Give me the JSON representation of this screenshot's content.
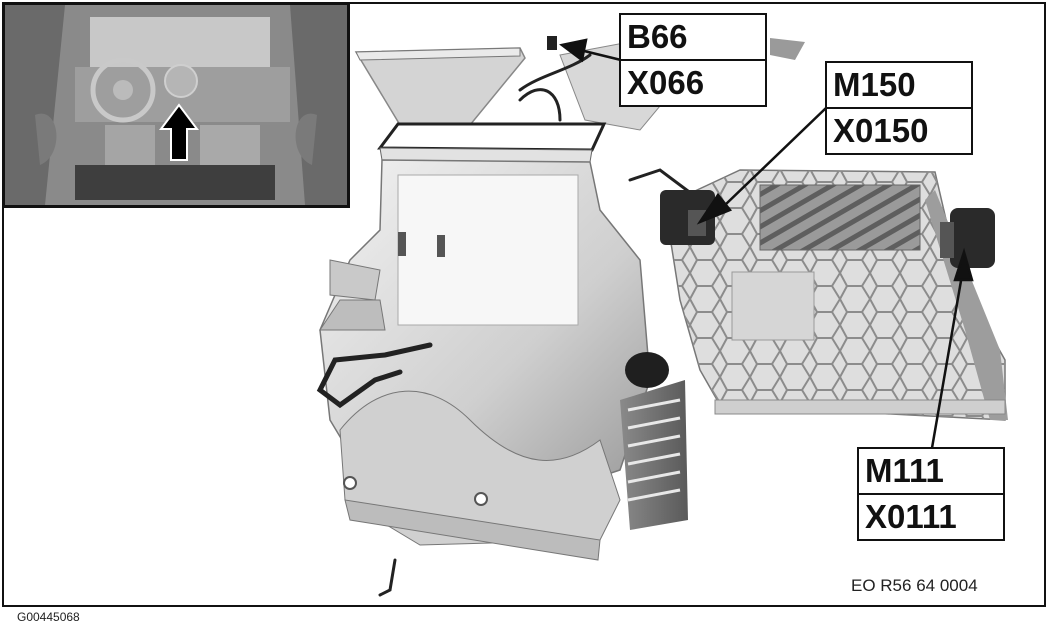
{
  "figure": {
    "title_ref": "EO R56 64 0004",
    "figure_id": "G00445068",
    "inset": {
      "description": "Vehicle interior dashboard locator view",
      "arrow": "up-arrow-pointing-center-console"
    },
    "callouts": [
      {
        "id": "b66",
        "component": "B66",
        "connector": "X066"
      },
      {
        "id": "m150",
        "component": "M150",
        "connector": "X0150"
      },
      {
        "id": "m111",
        "component": "M111",
        "connector": "X0111"
      }
    ]
  },
  "colors": {
    "line": "#111111",
    "background": "#ffffff",
    "housing_light": "#e6e6e6",
    "housing_mid": "#bdbdbd",
    "housing_dark": "#6e6e6e",
    "connector": "#2a2a2a"
  }
}
